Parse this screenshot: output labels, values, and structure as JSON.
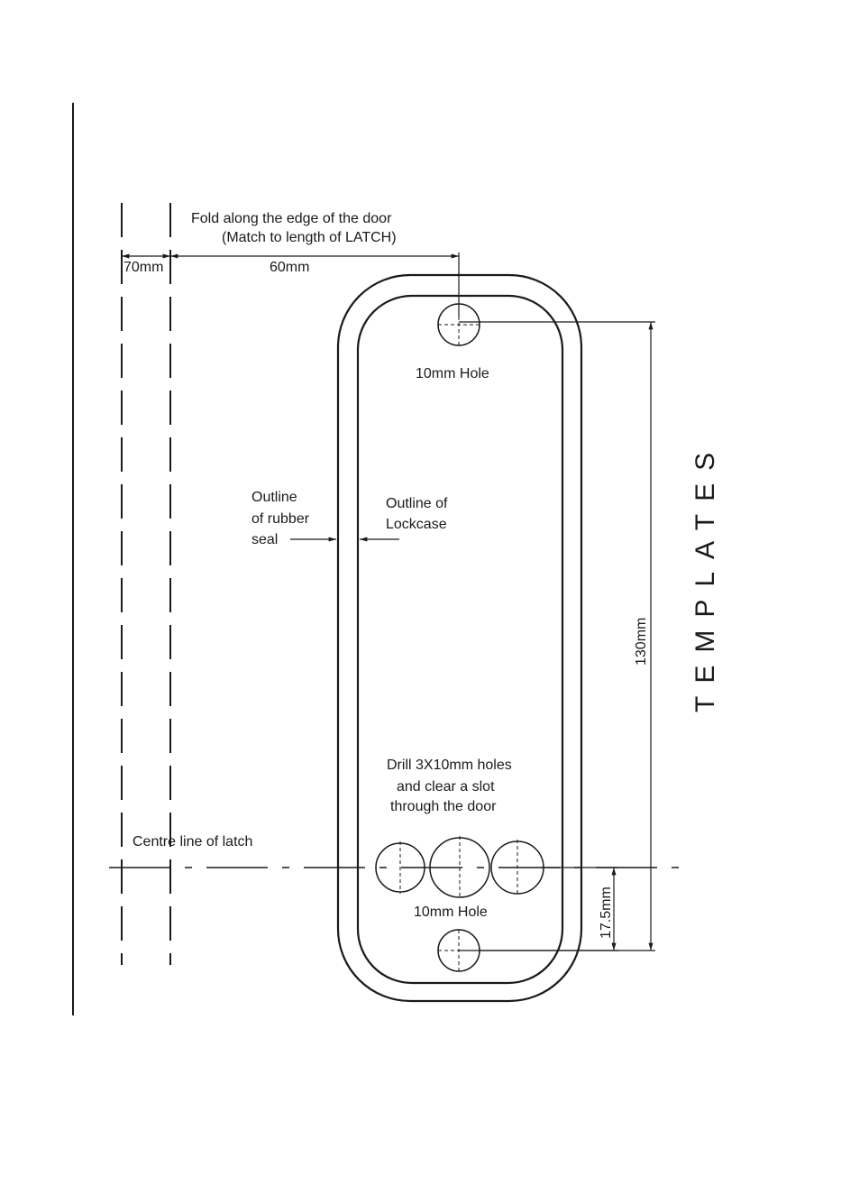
{
  "labels": {
    "fold_line1": "Fold along the edge of the door",
    "fold_line2": "(Match to length of LATCH)",
    "dim_70": "70mm",
    "dim_60": "60mm",
    "hole_top": "10mm Hole",
    "seal_1": "Outline",
    "seal_2": "of rubber",
    "seal_3": "seal",
    "lockcase_1": "Outline of",
    "lockcase_2": "Lockcase",
    "dim_130": "130mm",
    "drill_1": "Drill 3X10mm holes",
    "drill_2": "and clear a slot",
    "drill_3": "through the door",
    "centre_line": "Centre line of latch",
    "hole_bottom": "10mm Hole",
    "dim_17_5": "17.5mm",
    "templates": "TEMPLATES"
  },
  "colors": {
    "line": "#1a1a1a",
    "background": "#ffffff"
  }
}
